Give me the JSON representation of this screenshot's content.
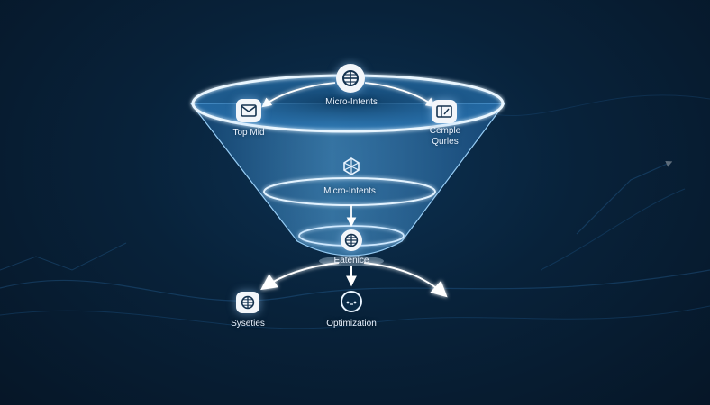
{
  "labels": {
    "top_center": "Micro-Intents",
    "top_left": "Top Mid",
    "top_right": "Cemple\nQurles",
    "middle": "Micro-Intents",
    "bottom_neck": "Eatenice",
    "output_left": "Syseties",
    "output_center": "Optimization"
  },
  "icons": {
    "top_center": "globe-icon",
    "top_left": "mail-icon",
    "top_right": "panel-icon",
    "middle": "network-icon",
    "bottom_neck": "globe-icon",
    "output_left": "globe-icon",
    "output_center": "gauge-icon"
  },
  "colors": {
    "background": "#07192c",
    "funnel_glow": "#7ec8ff",
    "icon_bg": "#f3f6fa",
    "icon_fg": "#14324f"
  }
}
